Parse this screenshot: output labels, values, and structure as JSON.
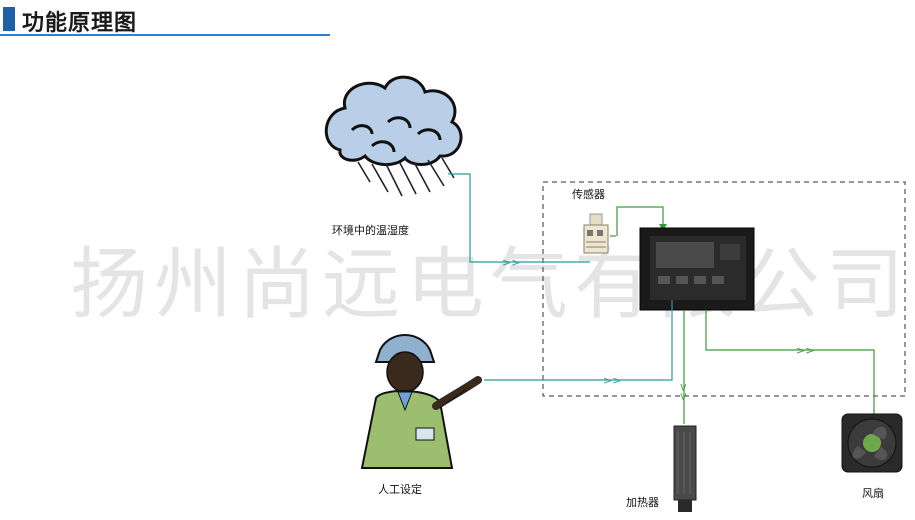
{
  "header": {
    "title": "功能原理图"
  },
  "labels": {
    "environment": "环境中的温湿度",
    "sensor": "传感器",
    "manual": "人工设定",
    "heater": "加热器",
    "fan": "风扇"
  },
  "watermark": "扬州尚远电气有限公司",
  "colors": {
    "accent": "#2f80c9",
    "signal_line": "#2a9a9a",
    "control_line": "#3a9a3a",
    "dashed_box": "#333333"
  },
  "icons": [
    "rain-cloud-icon",
    "sensor-icon",
    "controller-icon",
    "worker-icon",
    "heater-icon",
    "fan-icon"
  ]
}
